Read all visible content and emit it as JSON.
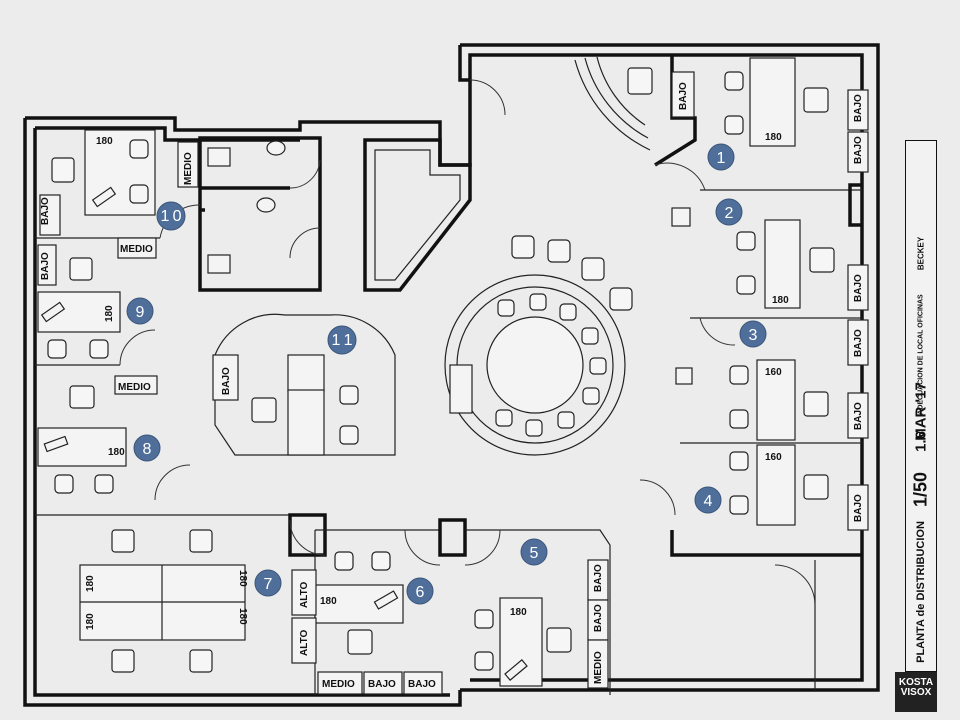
{
  "labels": {
    "bajo": "BAJO",
    "medio": "MEDIO",
    "alto": "ALTO"
  },
  "desk_sizes": {
    "d160": "160",
    "d180": "180"
  },
  "markers": [
    "1",
    "2",
    "3",
    "4",
    "5",
    "6",
    "7",
    "8",
    "9",
    "1 0",
    "1 1"
  ],
  "title_block": {
    "plan_title": "PLANTA de DISTRIBUCION",
    "scale": "1/50",
    "sheet": "1.6",
    "date": "MAR '17",
    "project": "ADECUACION DE LOCAL OFICINAS",
    "client": "BECKEY"
  },
  "logo": {
    "line1": "KOSTA",
    "line2": "VISOX"
  },
  "colors": {
    "marker_fill": "#4f6f9a",
    "background": "#ececec"
  }
}
